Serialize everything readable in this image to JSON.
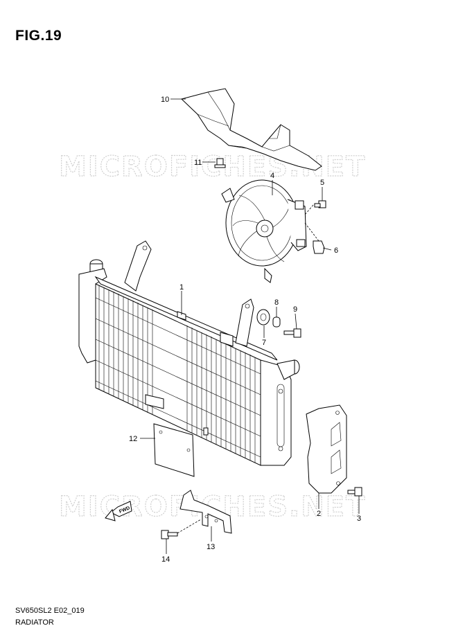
{
  "figure": {
    "title": "FIG.19"
  },
  "watermark": {
    "text": "MICROFICHES.NET"
  },
  "footer": {
    "code": "SV650SL2 E02_019",
    "name": "RADIATOR"
  },
  "direction_label": "FWD",
  "callouts": [
    "1",
    "2",
    "3",
    "4",
    "5",
    "6",
    "7",
    "8",
    "9",
    "10",
    "11",
    "12",
    "13",
    "14"
  ]
}
